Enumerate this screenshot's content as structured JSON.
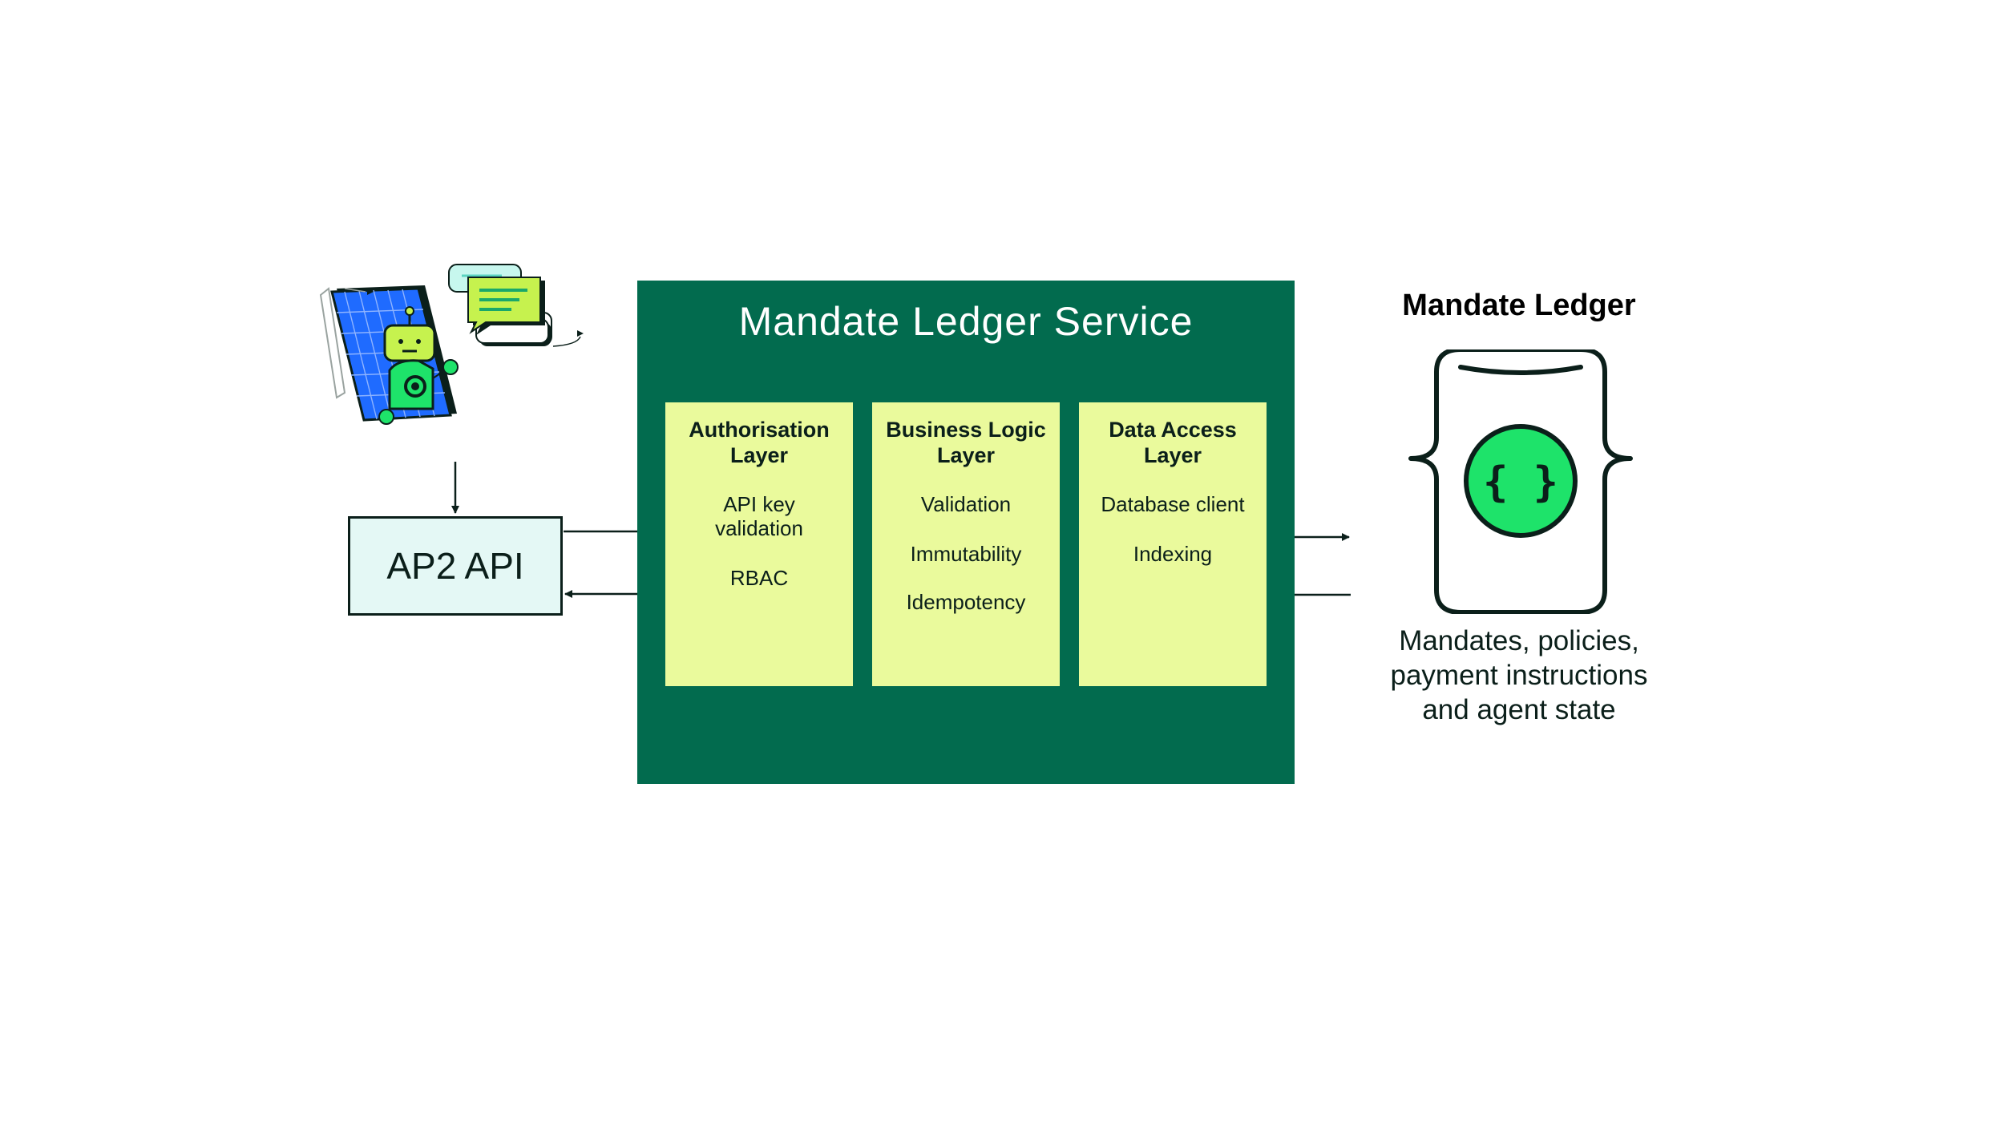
{
  "api": {
    "label": "AP2 API"
  },
  "service": {
    "title": "Mandate Ledger Service",
    "layers": [
      {
        "title_lines": [
          "Authorisation",
          "Layer"
        ],
        "items": [
          "API key",
          "validation",
          "RBAC"
        ]
      },
      {
        "title_lines": [
          "Business Logic",
          "Layer"
        ],
        "items": [
          "Validation",
          "Immutability",
          "Idempotency"
        ]
      },
      {
        "title_lines": [
          "Data Access",
          "Layer"
        ],
        "items": [
          "Database client",
          "Indexing"
        ]
      }
    ]
  },
  "ledger": {
    "title": "Mandate Ledger",
    "icon_glyph": "{ }",
    "caption_lines": [
      "Mandates, policies,",
      "payment instructions",
      "and agent state"
    ]
  },
  "colors": {
    "service_bg": "#026b4e",
    "layer_bg": "#eafa9c",
    "api_bg": "#e4f8f5",
    "accent_green": "#1ee36a",
    "ink": "#0b1f1a"
  }
}
